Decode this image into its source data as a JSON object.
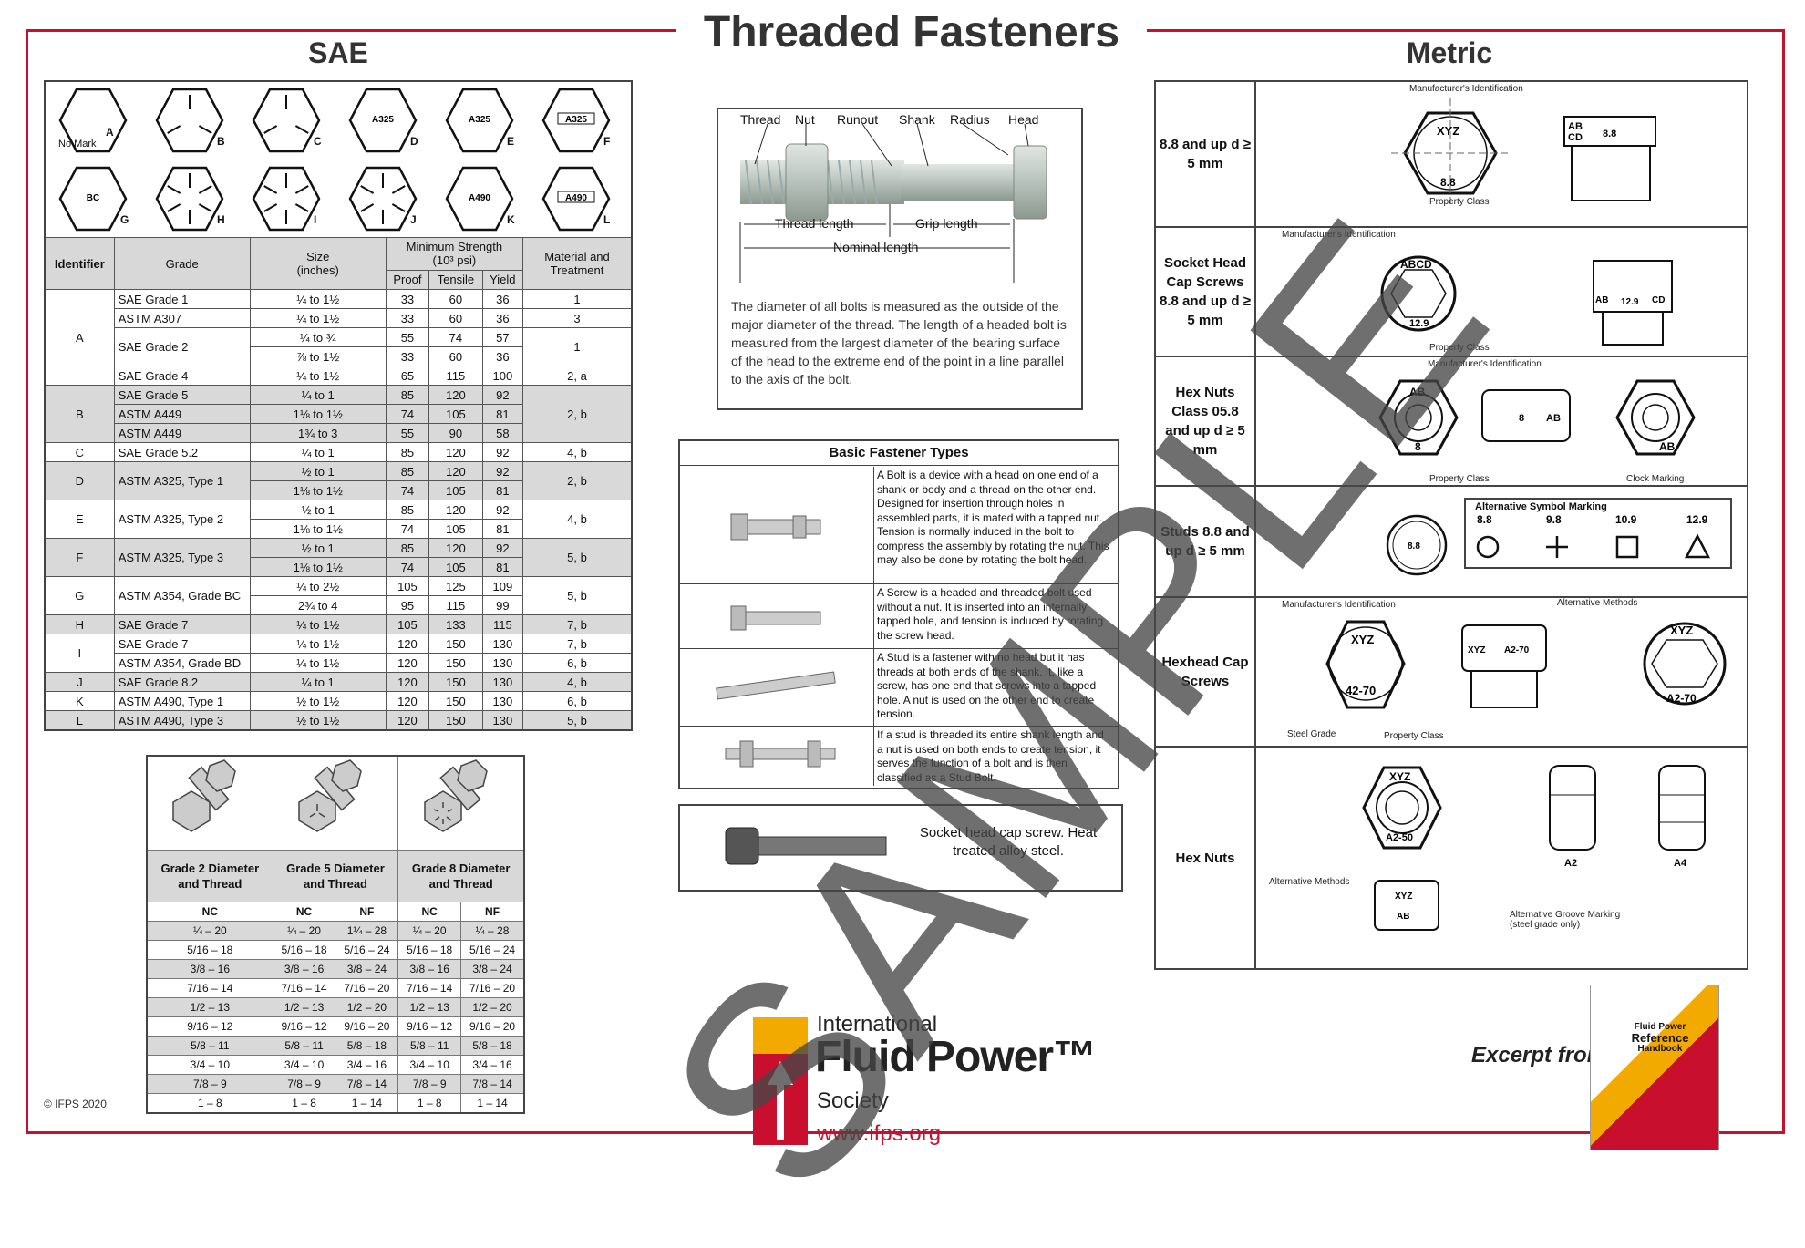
{
  "title": "Threaded Fasteners",
  "sae": {
    "heading": "SAE",
    "symbols": [
      {
        "letter": "A",
        "mark": "No Mark"
      },
      {
        "letter": "B",
        "mark": ""
      },
      {
        "letter": "C",
        "mark": ""
      },
      {
        "letter": "D",
        "mark": "A325"
      },
      {
        "letter": "E",
        "mark": "A325"
      },
      {
        "letter": "F",
        "mark": "A325"
      },
      {
        "letter": "G",
        "mark": "BC"
      },
      {
        "letter": "H",
        "mark": ""
      },
      {
        "letter": "I",
        "mark": ""
      },
      {
        "letter": "J",
        "mark": ""
      },
      {
        "letter": "K",
        "mark": "A490"
      },
      {
        "letter": "L",
        "mark": "A490"
      }
    ],
    "headers": {
      "identifier": "Identifier",
      "grade": "Grade",
      "size": "Size",
      "size_unit": "(inches)",
      "min_strength": "Minimum Strength",
      "min_strength_unit": "(10³ psi)",
      "proof": "Proof",
      "tensile": "Tensile",
      "yield": "Yield",
      "material": "Material and Treatment"
    },
    "rows": [
      {
        "id": "A",
        "grade": "SAE Grade 1",
        "size": "¼ to 1½",
        "proof": "33",
        "tensile": "60",
        "yield": "36",
        "mat": "1"
      },
      {
        "id": "",
        "grade": "ASTM A307",
        "size": "¼ to 1½",
        "proof": "33",
        "tensile": "60",
        "yield": "36",
        "mat": "3"
      },
      {
        "id": "",
        "grade": "SAE Grade 2",
        "size": "¼ to ¾",
        "proof": "55",
        "tensile": "74",
        "yield": "57",
        "mat": "1"
      },
      {
        "id": "",
        "grade": "",
        "size": "⅞ to 1½",
        "proof": "33",
        "tensile": "60",
        "yield": "36",
        "mat": ""
      },
      {
        "id": "",
        "grade": "SAE Grade 4",
        "size": "¼ to 1½",
        "proof": "65",
        "tensile": "115",
        "yield": "100",
        "mat": "2, a"
      },
      {
        "id": "B",
        "grade": "SAE Grade 5",
        "size": "¼ to 1",
        "proof": "85",
        "tensile": "120",
        "yield": "92",
        "mat": "2, b"
      },
      {
        "id": "",
        "grade": "ASTM A449",
        "size": "1⅛ to 1½",
        "proof": "74",
        "tensile": "105",
        "yield": "81",
        "mat": ""
      },
      {
        "id": "",
        "grade": "ASTM A449",
        "size": "1¾ to 3",
        "proof": "55",
        "tensile": "90",
        "yield": "58",
        "mat": ""
      },
      {
        "id": "C",
        "grade": "SAE Grade 5.2",
        "size": "¼ to 1",
        "proof": "85",
        "tensile": "120",
        "yield": "92",
        "mat": "4, b"
      },
      {
        "id": "D",
        "grade": "ASTM A325, Type 1",
        "size": "½ to 1",
        "proof": "85",
        "tensile": "120",
        "yield": "92",
        "mat": "2, b"
      },
      {
        "id": "",
        "grade": "",
        "size": "1⅛ to 1½",
        "proof": "74",
        "tensile": "105",
        "yield": "81",
        "mat": ""
      },
      {
        "id": "E",
        "grade": "ASTM A325, Type 2",
        "size": "½ to 1",
        "proof": "85",
        "tensile": "120",
        "yield": "92",
        "mat": "4, b"
      },
      {
        "id": "",
        "grade": "",
        "size": "1⅛ to 1½",
        "proof": "74",
        "tensile": "105",
        "yield": "81",
        "mat": ""
      },
      {
        "id": "F",
        "grade": "ASTM A325, Type 3",
        "size": "½ to 1",
        "proof": "85",
        "tensile": "120",
        "yield": "92",
        "mat": "5, b"
      },
      {
        "id": "",
        "grade": "",
        "size": "1⅛ to 1½",
        "proof": "74",
        "tensile": "105",
        "yield": "81",
        "mat": ""
      },
      {
        "id": "G",
        "grade": "ASTM A354, Grade BC",
        "size": "¼ to 2½",
        "proof": "105",
        "tensile": "125",
        "yield": "109",
        "mat": "5, b"
      },
      {
        "id": "",
        "grade": "",
        "size": "2¾ to 4",
        "proof": "95",
        "tensile": "115",
        "yield": "99",
        "mat": ""
      },
      {
        "id": "H",
        "grade": "SAE Grade 7",
        "size": "¼ to 1½",
        "proof": "105",
        "tensile": "133",
        "yield": "115",
        "mat": "7, b"
      },
      {
        "id": "I",
        "grade": "SAE Grade 7",
        "size": "¼ to 1½",
        "proof": "120",
        "tensile": "150",
        "yield": "130",
        "mat": "7, b"
      },
      {
        "id": "",
        "grade": "ASTM A354, Grade BD",
        "size": "¼ to 1½",
        "proof": "120",
        "tensile": "150",
        "yield": "130",
        "mat": "6, b"
      },
      {
        "id": "J",
        "grade": "SAE Grade 8.2",
        "size": "¼ to 1",
        "proof": "120",
        "tensile": "150",
        "yield": "130",
        "mat": "4, b"
      },
      {
        "id": "K",
        "grade": "ASTM A490, Type 1",
        "size": "½ to 1½",
        "proof": "120",
        "tensile": "150",
        "yield": "130",
        "mat": "6, b"
      },
      {
        "id": "L",
        "grade": "ASTM A490, Type 3",
        "size": "½ to 1½",
        "proof": "120",
        "tensile": "150",
        "yield": "130",
        "mat": "5, b"
      }
    ]
  },
  "threads": {
    "grade2": "Grade 2 Diameter and Thread",
    "grade5": "Grade 5 Diameter and Thread",
    "grade8": "Grade 8 Diameter and Thread",
    "nc": "NC",
    "nf": "NF",
    "rows": [
      [
        "¼ – 20",
        "¼ – 20",
        "1¼ – 28",
        "¼ – 20",
        "¼ – 28"
      ],
      [
        "5/16 – 18",
        "5/16 – 18",
        "5/16 – 24",
        "5/16 – 18",
        "5/16 – 24"
      ],
      [
        "3/8 – 16",
        "3/8 – 16",
        "3/8 – 24",
        "3/8 – 16",
        "3/8 – 24"
      ],
      [
        "7/16 – 14",
        "7/16 – 14",
        "7/16 – 20",
        "7/16 – 14",
        "7/16 – 20"
      ],
      [
        "1/2 – 13",
        "1/2 – 13",
        "1/2 – 20",
        "1/2 – 13",
        "1/2 – 20"
      ],
      [
        "9/16 – 12",
        "9/16 – 12",
        "9/16 – 20",
        "9/16 – 12",
        "9/16 – 20"
      ],
      [
        "5/8 – 11",
        "5/8 – 11",
        "5/8 – 18",
        "5/8 – 11",
        "5/8 – 18"
      ],
      [
        "3/4 – 10",
        "3/4 – 10",
        "3/4 – 16",
        "3/4 – 10",
        "3/4 – 16"
      ],
      [
        "7/8 – 9",
        "7/8 – 9",
        "7/8 – 14",
        "7/8 – 9",
        "7/8 – 14"
      ],
      [
        "1 – 8",
        "1 – 8",
        "1 – 14",
        "1 – 8",
        "1 – 14"
      ]
    ]
  },
  "bolt": {
    "labels": {
      "thread": "Thread",
      "nut": "Nut",
      "runout": "Runout",
      "shank": "Shank",
      "radius": "Radius",
      "head": "Head"
    },
    "thread_length": "Thread length",
    "grip_length": "Grip length",
    "nominal_length": "Nominal length",
    "description": "The diameter of all bolts is measured as the outside of the major diameter of the thread. The length of a headed bolt is measured from the largest diameter of the bearing surface of the head to the extreme end of the point in a line parallel to the axis of the bolt."
  },
  "types": {
    "title": "Basic Fastener Types",
    "bolt": "A Bolt is a device with a head on one end of a shank or body and a thread on the other end. Designed for insertion through holes in assembled parts, it is mated with a tapped nut. Tension is normally induced in the bolt to compress the assembly by rotating the nut. This may also be done by rotating the bolt head.",
    "screw": "A Screw is a headed and threaded bolt used without a nut. It is inserted into an internally tapped hole, and tension is induced by rotating the screw head.",
    "stud": "A Stud is a fastener with no head but it has threads at both ends of the shank. It, like a screw, has one end that screws into a tapped hole. A nut is used on the other end to create tension.",
    "studbolt": "If a stud is threaded its entire shank length and a nut is used on both ends to create tension, it serves the function of a bolt and is then classified as a Stud Bolt."
  },
  "socket": {
    "text": "Socket head cap screw. Heat treated alloy steel."
  },
  "metric": {
    "heading": "Metric",
    "rows": [
      {
        "label": "8.8 and up d ≥ 5 mm"
      },
      {
        "label": "Socket Head Cap Screws 8.8 and up d ≥ 5 mm"
      },
      {
        "label": "Hex Nuts Class 05.8 and up d ≥ 5 mm"
      },
      {
        "label": "Studs 8.8 and up d ≥ 5 mm"
      },
      {
        "label": "Hexhead Cap Screws"
      },
      {
        "label": "Hex Nuts"
      }
    ],
    "captions": {
      "mfr_id": "Manufacturer's Identification",
      "prop_class": "Property Class",
      "clock": "Clock Marking",
      "alt_methods": "Alternative Methods",
      "steel_grade": "Steel Grade",
      "alt_groove": "Alternative Groove Marking",
      "alt_groove2": "(steel grade only)",
      "alt_symbol": "Alternative Symbol Marking"
    },
    "alt_symbols": [
      "8.8",
      "9.8",
      "10.9",
      "12.9"
    ],
    "marks": {
      "xyz": "XYZ",
      "abcd": "ABCD",
      "ab": "AB",
      "cd": "CD",
      "m88": "8.8",
      "m129": "12.9",
      "m8": "8",
      "m4270": "42-70",
      "a270": "A2-70",
      "a250": "A2-50",
      "a2": "A2",
      "a4": "A4"
    }
  },
  "footer": {
    "copyright": "© IFPS 2020",
    "org1": "International",
    "org2": "Fluid Power™",
    "org3": "Society",
    "url": "www.ifps.org",
    "excerpt": "Excerpt from:",
    "book1": "Fluid Power",
    "book2": "Reference",
    "book3": "Handbook"
  },
  "watermark": "SAMPLE"
}
